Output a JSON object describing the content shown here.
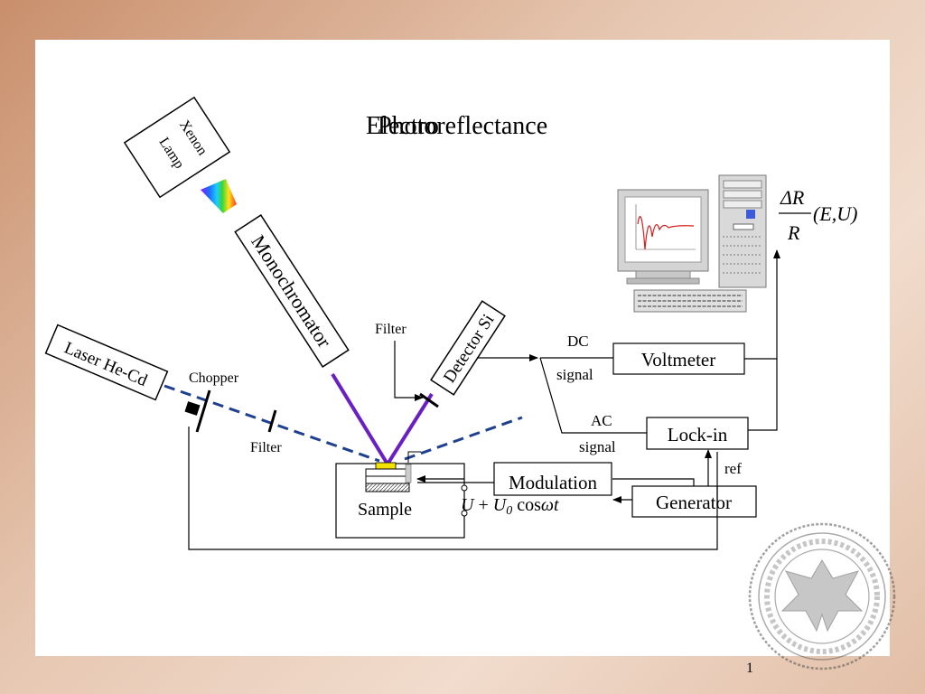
{
  "title_layers": [
    "Electro",
    "Photoreflectance"
  ],
  "lamp_label": [
    "Xenon",
    "Lamp"
  ],
  "monochromator": "Monochromator",
  "laser": "Laser He-Cd",
  "chopper": "Chopper",
  "filter_laser": "Filter",
  "filter_detector": "Filter",
  "detector": "Detector Si",
  "dc": "DC",
  "dc_signal": "signal",
  "ac": "AC",
  "ac_signal": "signal",
  "voltmeter": "Voltmeter",
  "lockin": "Lock-in",
  "ref": "ref",
  "modulation": "Modulation",
  "generator": "Generator",
  "sample": "Sample",
  "formula": {
    "U": "U",
    "plus": " + ",
    "U0": "U",
    "sub0": "0",
    "cos": " cos",
    "omega": "ω",
    "t": "t"
  },
  "result": {
    "num": "ΔR",
    "den": "R",
    "args": "(E,U)"
  },
  "page_number": "1",
  "colors": {
    "beam_violet": "#6a1fc2",
    "laser_blue": "#1f3f8f",
    "sample_yellow": "#f2e300",
    "signal_red": "#d81e1e"
  },
  "icons": [
    "computer-monitor-icon",
    "computer-tower-icon",
    "keyboard-icon",
    "university-seal-icon",
    "prism-spectrum-icon"
  ]
}
